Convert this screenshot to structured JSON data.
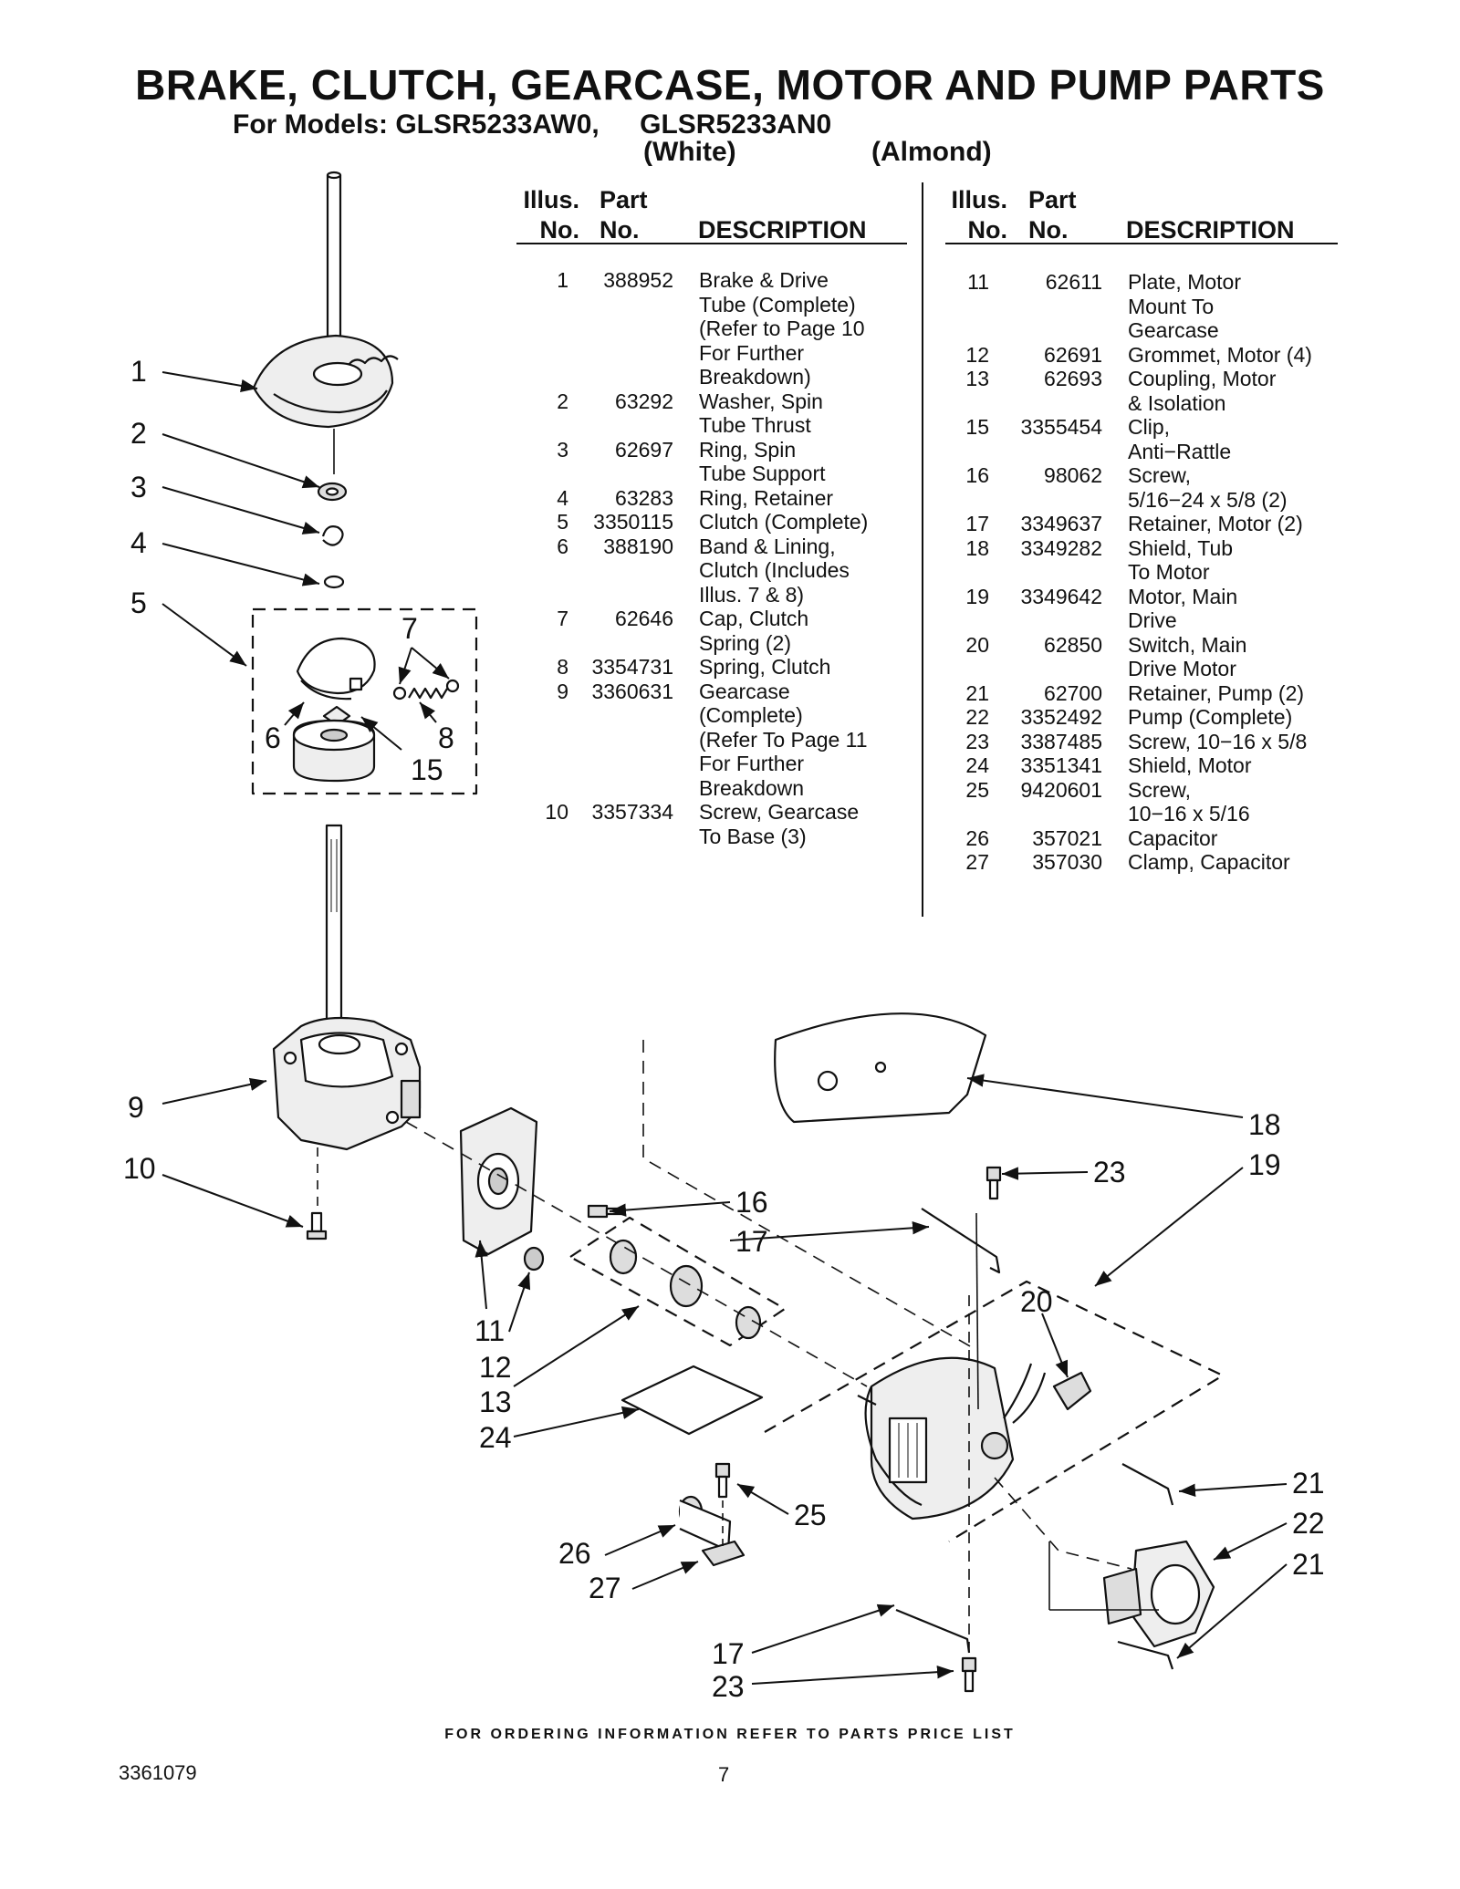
{
  "header": {
    "title": "BRAKE, CLUTCH, GEARCASE, MOTOR AND PUMP PARTS",
    "models_prefix": "For Models:",
    "model_1": "GLSR5233AW0,",
    "model_2": "GLSR5233AN0",
    "color_1": "(White)",
    "color_2": "(Almond)"
  },
  "table_headers": {
    "illus_line1": "Illus.",
    "illus_line2": "No.",
    "part_line1": "Part",
    "part_line2": "No.",
    "description": "DESCRIPTION"
  },
  "parts_left": [
    {
      "illus": "1",
      "part": "388952",
      "desc": "Brake & Drive\nTube (Complete)\n(Refer to Page 10\nFor Further\nBreakdown)"
    },
    {
      "illus": "2",
      "part": "63292",
      "desc": "Washer, Spin\nTube Thrust"
    },
    {
      "illus": "3",
      "part": "62697",
      "desc": "Ring, Spin\nTube Support"
    },
    {
      "illus": "4",
      "part": "63283",
      "desc": "Ring, Retainer"
    },
    {
      "illus": "5",
      "part": "3350115",
      "desc": "Clutch (Complete)"
    },
    {
      "illus": "6",
      "part": "388190",
      "desc": "Band & Lining,\nClutch (Includes\nIllus. 7 & 8)"
    },
    {
      "illus": "7",
      "part": "62646",
      "desc": "Cap, Clutch\nSpring (2)"
    },
    {
      "illus": "8",
      "part": "3354731",
      "desc": "Spring, Clutch"
    },
    {
      "illus": "9",
      "part": "3360631",
      "desc": "Gearcase\n(Complete)\n(Refer To Page 11\nFor Further\nBreakdown"
    },
    {
      "illus": "10",
      "part": "3357334",
      "desc": "Screw, Gearcase\nTo Base (3)"
    }
  ],
  "parts_right": [
    {
      "illus": "11",
      "part": "62611",
      "desc": "Plate, Motor\nMount To\nGearcase"
    },
    {
      "illus": "12",
      "part": "62691",
      "desc": "Grommet, Motor (4)"
    },
    {
      "illus": "13",
      "part": "62693",
      "desc": "Coupling, Motor\n& Isolation"
    },
    {
      "illus": "15",
      "part": "3355454",
      "desc": "Clip,\nAnti−Rattle"
    },
    {
      "illus": "16",
      "part": "98062",
      "desc": "Screw,\n5/16−24 x 5/8 (2)"
    },
    {
      "illus": "17",
      "part": "3349637",
      "desc": "Retainer, Motor (2)"
    },
    {
      "illus": "18",
      "part": "3349282",
      "desc": "Shield, Tub\nTo Motor"
    },
    {
      "illus": "19",
      "part": "3349642",
      "desc": "Motor, Main\nDrive"
    },
    {
      "illus": "20",
      "part": "62850",
      "desc": "Switch, Main\nDrive Motor"
    },
    {
      "illus": "21",
      "part": "62700",
      "desc": "Retainer, Pump (2)"
    },
    {
      "illus": "22",
      "part": "3352492",
      "desc": "Pump (Complete)"
    },
    {
      "illus": "23",
      "part": "3387485",
      "desc": "Screw, 10−16 x 5/8"
    },
    {
      "illus": "24",
      "part": "3351341",
      "desc": "Shield, Motor"
    },
    {
      "illus": "25",
      "part": "9420601",
      "desc": "Screw,\n10−16 x 5/16"
    },
    {
      "illus": "26",
      "part": "357021",
      "desc": "Capacitor"
    },
    {
      "illus": "27",
      "part": "357030",
      "desc": "Clamp, Capacitor"
    }
  ],
  "callouts": {
    "c1": "1",
    "c2": "2",
    "c3": "3",
    "c4": "4",
    "c5": "5",
    "c6": "6",
    "c7": "7",
    "c8": "8",
    "c9": "9",
    "c10": "10",
    "c11": "11",
    "c12": "12",
    "c13": "13",
    "c15": "15",
    "c16": "16",
    "c17a": "17",
    "c17b": "17",
    "c18": "18",
    "c19": "19",
    "c20": "20",
    "c21a": "21",
    "c21b": "21",
    "c22": "22",
    "c23a": "23",
    "c23b": "23",
    "c24": "24",
    "c25": "25",
    "c26": "26",
    "c27": "27"
  },
  "footer": {
    "ordering_note": "FOR ORDERING INFORMATION REFER TO PARTS PRICE LIST",
    "document_number": "3361079",
    "page_number": "7"
  }
}
